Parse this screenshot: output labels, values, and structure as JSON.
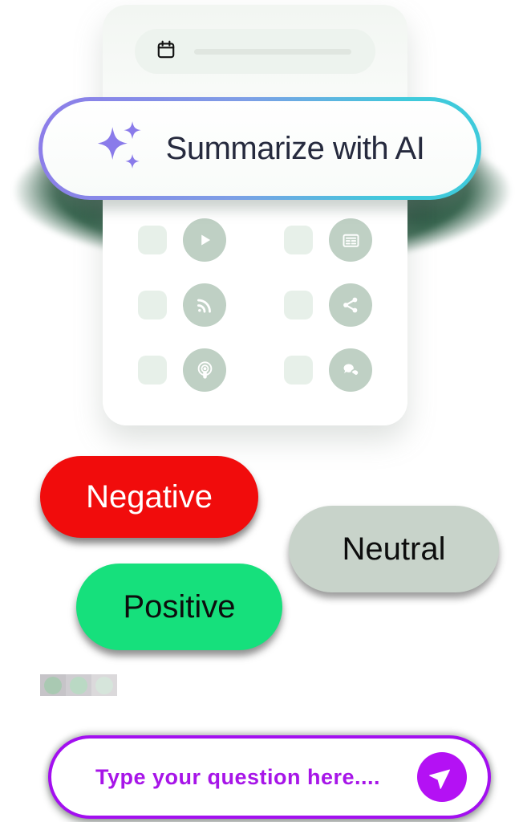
{
  "top_card": {
    "search_bar": {
      "icon": "calendar-icon",
      "skeleton_line": true
    },
    "grid": {
      "icons": [
        "play",
        "news",
        "rss",
        "share",
        "podcast",
        "chat"
      ],
      "circle_color": "#BFD0C4",
      "placeholder_color": "#E7F0E9"
    }
  },
  "ai_button": {
    "label": "Summarize with AI",
    "text_color": "#262A3E",
    "sparkle_color": "#8A7BEA",
    "border_gradient_from": "#8D7CE9",
    "border_gradient_to": "#3FCADB"
  },
  "sentiment_tags": [
    {
      "id": "negative",
      "label": "Negative",
      "color": "#F10C0C",
      "text_color": "#FFFFFF"
    },
    {
      "id": "neutral",
      "label": "Neutral",
      "color": "#C8D3CA",
      "text_color": "#0D0D0D"
    },
    {
      "id": "positive",
      "label": "Positive",
      "color": "#16E07C",
      "text_color": "#0D0D0D"
    }
  ],
  "swatches": [
    {
      "bg": "#C6C4C8",
      "dot": "#A9C9B2"
    },
    {
      "bg": "#CFCDD1",
      "dot": "#BAD9C4"
    },
    {
      "bg": "#DBD9DB",
      "dot": "#D6E5DB"
    }
  ],
  "chat_input": {
    "placeholder": "Type  your question here....",
    "border_color": "#A30FF0",
    "text_color": "#A715E8",
    "button_color": "#B411F4",
    "send_icon": "send-icon"
  },
  "glow_color": "#1E4434"
}
